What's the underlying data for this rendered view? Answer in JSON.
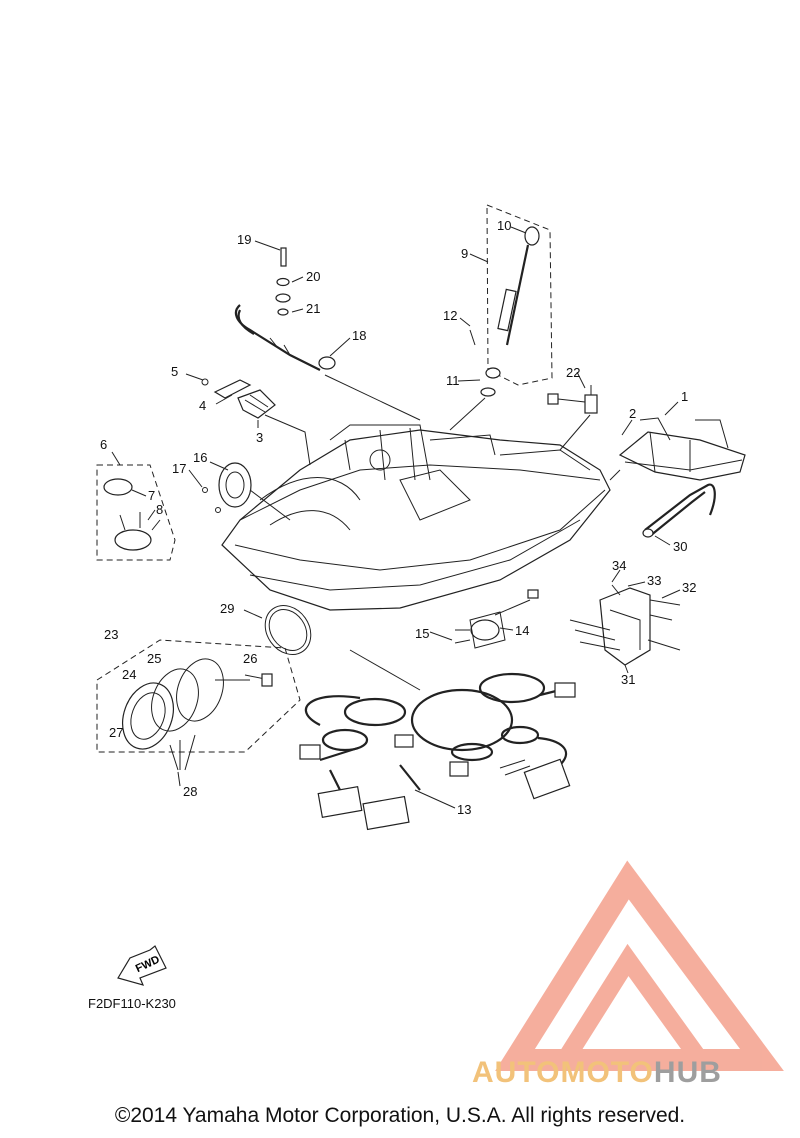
{
  "diagram": {
    "callouts": [
      "1",
      "2",
      "3",
      "4",
      "5",
      "6",
      "7",
      "8",
      "9",
      "10",
      "11",
      "12",
      "13",
      "14",
      "15",
      "16",
      "17",
      "18",
      "19",
      "20",
      "21",
      "22",
      "23",
      "24",
      "25",
      "26",
      "27",
      "28",
      "29",
      "30",
      "31",
      "32",
      "33",
      "34"
    ],
    "fwd_label": "FWD",
    "code": "F2DF110-K230"
  },
  "watermark": {
    "part1": "AUTOMOTO",
    "part2": "HUB",
    "color_main": "#f4a08c",
    "color_accent": "#f2c27a",
    "color_hub": "#9e9e9e"
  },
  "footer": {
    "copyright": "©2014 Yamaha Motor Corporation, U.S.A. All rights reserved."
  }
}
